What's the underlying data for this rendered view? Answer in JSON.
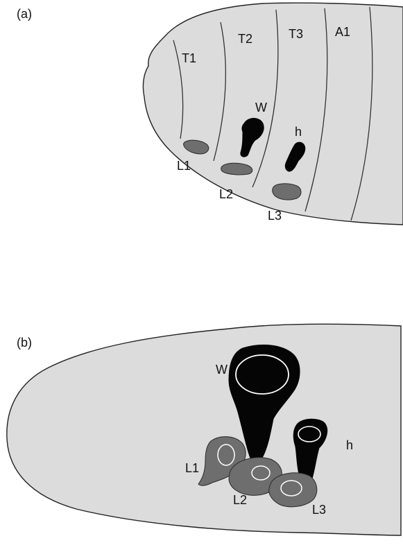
{
  "colors": {
    "body_fill": "#dcdcdc",
    "outline": "#222222",
    "segment_line": "#333333",
    "disc_dark": "#050505",
    "disc_leg": "#6e6e6e",
    "inner_ring": "#ffffff"
  },
  "panel_a": {
    "label": "(a)",
    "segments": {
      "t1": "T1",
      "t2": "T2",
      "t3": "T3",
      "a1": "A1"
    },
    "discs": {
      "wing": "W",
      "haltere": "h",
      "leg1": "L1",
      "leg2": "L2",
      "leg3": "L3"
    }
  },
  "panel_b": {
    "label": "(b)",
    "discs": {
      "wing": "W",
      "haltere": "h",
      "leg1": "L1",
      "leg2": "L2",
      "leg3": "L3"
    }
  }
}
